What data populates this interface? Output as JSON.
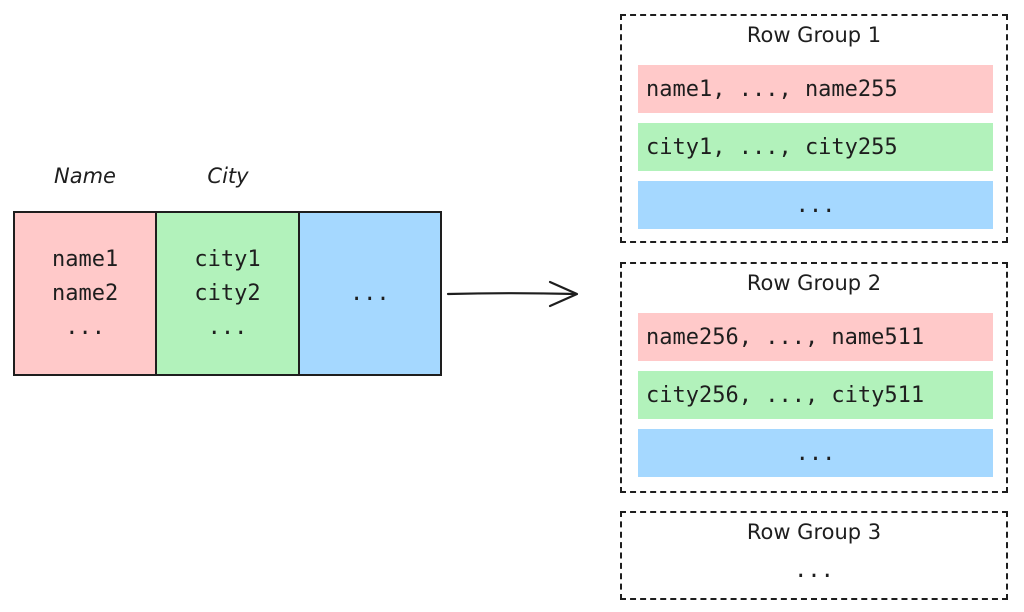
{
  "table": {
    "headers": [
      "Name",
      "City"
    ],
    "columns": [
      {
        "lines": [
          "name1",
          "name2",
          "..."
        ]
      },
      {
        "lines": [
          "city1",
          "city2",
          "..."
        ]
      },
      {
        "lines": [
          "..."
        ]
      }
    ]
  },
  "row_groups": [
    {
      "title": "Row Group 1",
      "bars": [
        "name1, ..., name255",
        "city1, ..., city255",
        "..."
      ]
    },
    {
      "title": "Row Group 2",
      "bars": [
        "name256, ..., name511",
        "city256, ..., city511",
        "..."
      ]
    },
    {
      "title": "Row Group 3",
      "ellipsis": "..."
    }
  ],
  "colors": {
    "name": "#ffc9c9",
    "city": "#b2f2bb",
    "other": "#a5d8ff",
    "stroke": "#1e1e1e"
  }
}
